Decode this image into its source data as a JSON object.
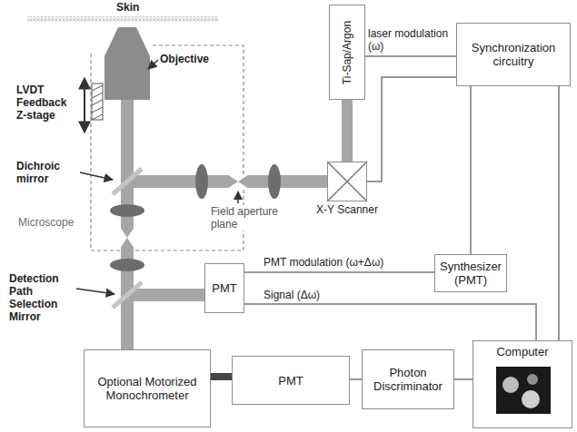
{
  "diagram": {
    "nodes": [
      {
        "text": [
          "Ti-Sap/Argon"
        ]
      },
      {
        "text": [
          "Synchronization circuitry"
        ]
      },
      {
        "text": [
          "X-Y Scanner"
        ]
      },
      {
        "text": [
          "PMT"
        ]
      },
      {
        "text": [
          "Synthesizer (PMT)"
        ]
      },
      {
        "text": [
          "Optional Motorized Monochrometer"
        ]
      },
      {
        "text": [
          "PMT"
        ]
      },
      {
        "text": [
          "Photon Discriminator"
        ]
      },
      {
        "text": [
          "Computer"
        ]
      }
    ],
    "edges": [
      {
        "from": 0,
        "to": 2,
        "arrow": "none"
      },
      {
        "from": 0,
        "to": 1,
        "label": "laser modulation (ω)",
        "arrow": "none"
      },
      {
        "from": 1,
        "to": 2,
        "arrow": "none"
      },
      {
        "from": 1,
        "to": 4,
        "arrow": "none"
      },
      {
        "from": 1,
        "to": 8,
        "arrow": "none"
      },
      {
        "from": 3,
        "to": 4,
        "label": "PMT modulation (ω+Δω)",
        "arrow": "none"
      },
      {
        "from": 3,
        "to": 8,
        "label": "Signal (Δω)",
        "arrow": "none"
      },
      {
        "from": 5,
        "to": 6,
        "arrow": "none"
      },
      {
        "from": 6,
        "to": 7,
        "arrow": "none"
      },
      {
        "from": 7,
        "to": 8,
        "arrow": "none"
      }
    ],
    "labels": [
      "Skin",
      "LVDT Feedback Z-stage",
      "Objective",
      "Dichroic mirror",
      "Microscope",
      "Field aperture plane",
      "Detection Path Selection Mirror"
    ]
  }
}
